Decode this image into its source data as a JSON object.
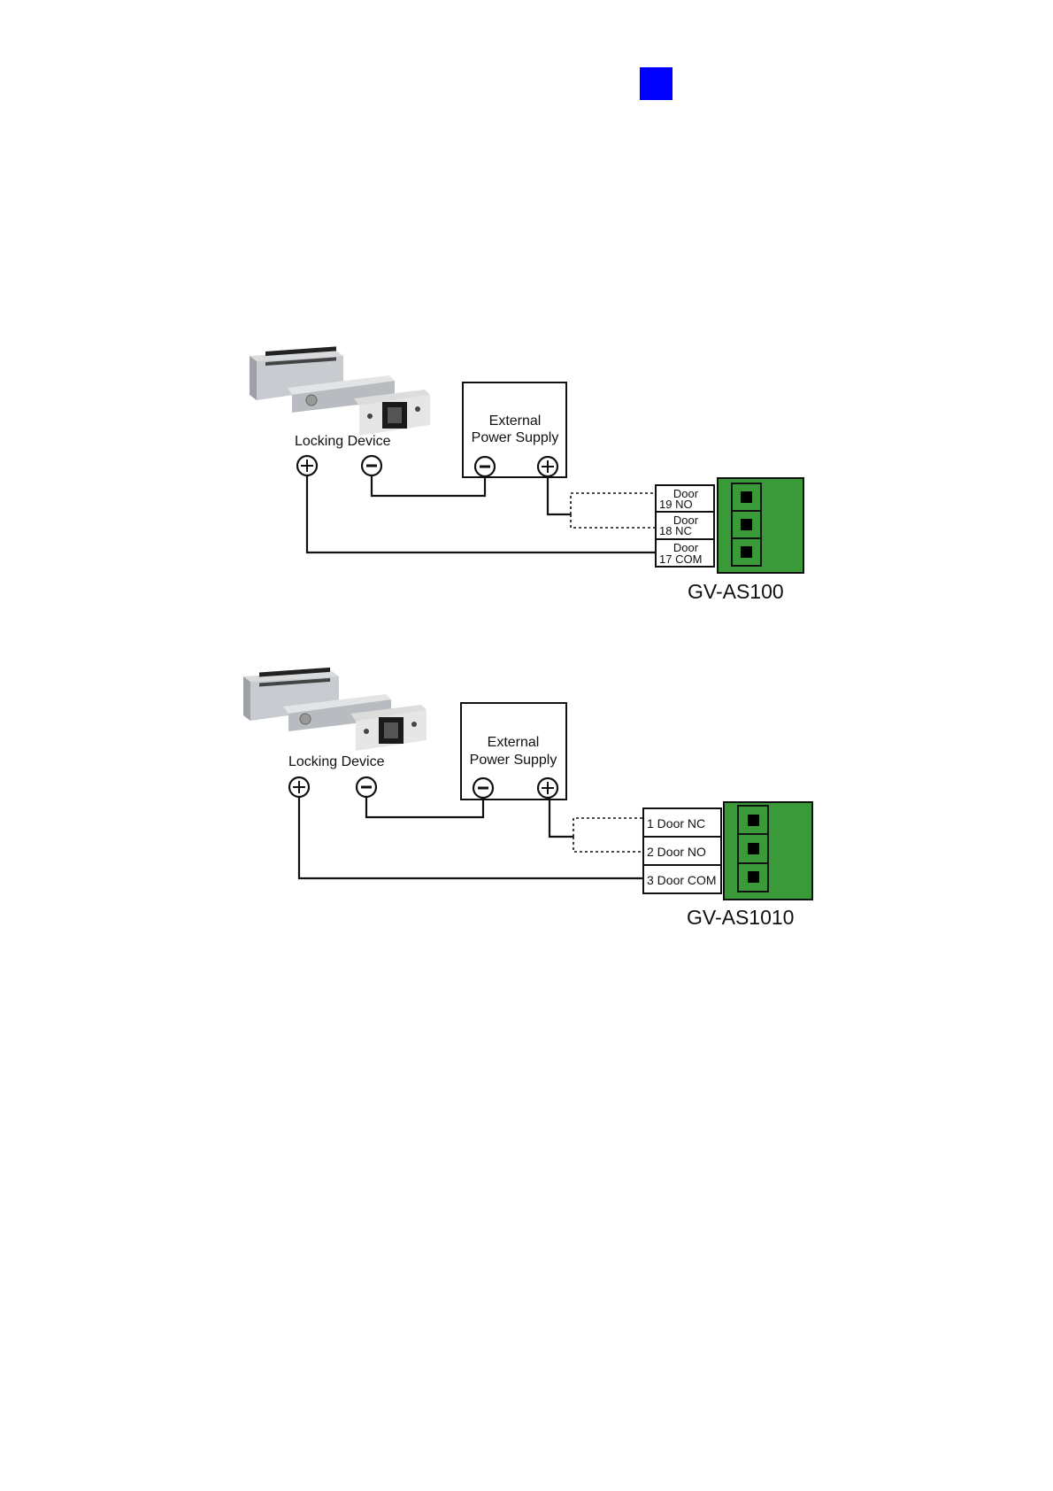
{
  "diagrams": [
    {
      "device_label": "Locking Device",
      "power_line1": "External",
      "power_line2": "Power Supply",
      "terminals": [
        {
          "line1": "Door",
          "line2": "19 NO"
        },
        {
          "line1": "Door",
          "line2": "18 NC"
        },
        {
          "line1": "Door",
          "line2": "17 COM"
        }
      ],
      "model": "GV-AS100"
    },
    {
      "device_label": "Locking Device",
      "power_line1": "External",
      "power_line2": "Power Supply",
      "terminals": [
        {
          "line1": "1 Door NC"
        },
        {
          "line1": "2 Door NO"
        },
        {
          "line1": "3 Door COM"
        }
      ],
      "model": "GV-AS1010"
    }
  ],
  "colors": {
    "tab": "#0000ff",
    "terminal_block": "#3a9a3a",
    "terminal_pin": "#000000"
  }
}
